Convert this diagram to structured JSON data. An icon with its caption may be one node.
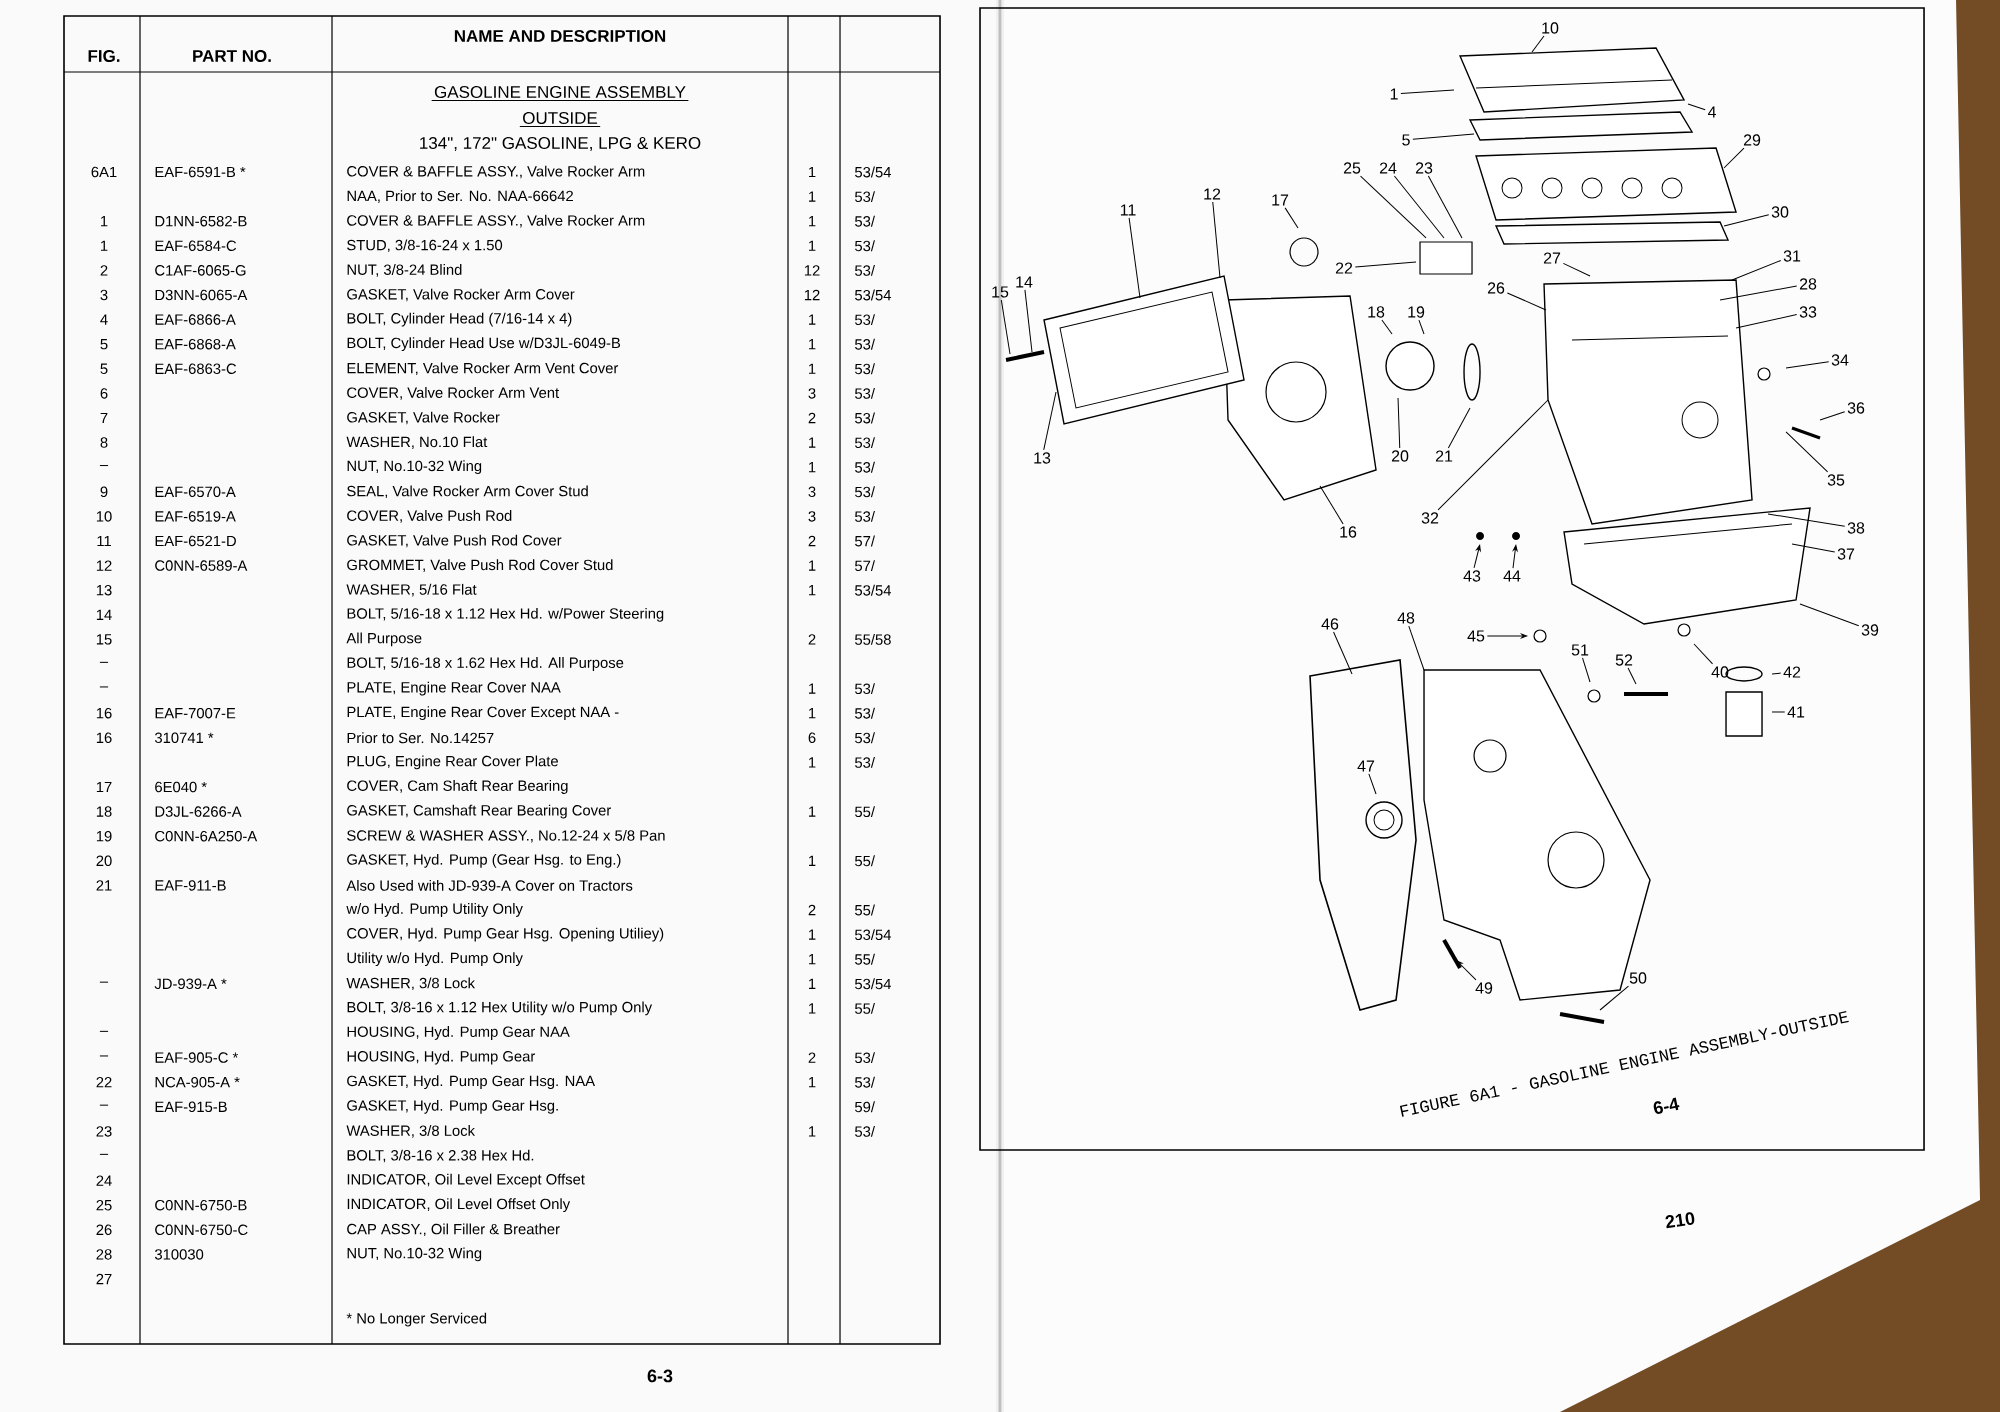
{
  "diagram": {
    "caption": "FIGURE 6A1 - GASOLINE ENGINE ASSEMBLY-OUTSIDE",
    "nodes": [
      {
        "text": [
          "1"
        ]
      },
      {
        "text": [
          "4"
        ]
      },
      {
        "text": [
          "5"
        ]
      },
      {
        "text": [
          "10"
        ]
      },
      {
        "text": [
          "11"
        ]
      },
      {
        "text": [
          "12"
        ]
      },
      {
        "text": [
          "13"
        ]
      },
      {
        "text": [
          "14"
        ]
      },
      {
        "text": [
          "15"
        ]
      },
      {
        "text": [
          "16"
        ]
      },
      {
        "text": [
          "17"
        ]
      },
      {
        "text": [
          "18"
        ]
      },
      {
        "text": [
          "19"
        ]
      },
      {
        "text": [
          "20"
        ]
      },
      {
        "text": [
          "21"
        ]
      },
      {
        "text": [
          "22"
        ]
      },
      {
        "text": [
          "23"
        ]
      },
      {
        "text": [
          "24"
        ]
      },
      {
        "text": [
          "25"
        ]
      },
      {
        "text": [
          "26"
        ]
      },
      {
        "text": [
          "27"
        ]
      },
      {
        "text": [
          "28"
        ]
      },
      {
        "text": [
          "29"
        ]
      },
      {
        "text": [
          "30"
        ]
      },
      {
        "text": [
          "31"
        ]
      },
      {
        "text": [
          "32"
        ]
      },
      {
        "text": [
          "33"
        ]
      },
      {
        "text": [
          "34"
        ]
      },
      {
        "text": [
          "35"
        ]
      },
      {
        "text": [
          "36"
        ]
      },
      {
        "text": [
          "37"
        ]
      },
      {
        "text": [
          "38"
        ]
      },
      {
        "text": [
          "39"
        ]
      },
      {
        "text": [
          "40"
        ]
      },
      {
        "text": [
          "41"
        ]
      },
      {
        "text": [
          "42"
        ]
      },
      {
        "text": [
          "43"
        ]
      },
      {
        "text": [
          "44"
        ]
      },
      {
        "text": [
          "45"
        ]
      },
      {
        "text": [
          "46"
        ]
      },
      {
        "text": [
          "47"
        ]
      },
      {
        "text": [
          "48"
        ]
      },
      {
        "text": [
          "49"
        ]
      },
      {
        "text": [
          "50"
        ]
      },
      {
        "text": [
          "51"
        ]
      },
      {
        "text": [
          "52"
        ]
      }
    ],
    "edges": [
      {
        "from": 0,
        "to": null,
        "arrow": "none"
      },
      {
        "from": 1,
        "to": null,
        "arrow": "none"
      },
      {
        "from": 2,
        "to": null,
        "arrow": "none"
      },
      {
        "from": 3,
        "to": null,
        "arrow": "none"
      },
      {
        "from": 4,
        "to": null,
        "arrow": "none"
      },
      {
        "from": 5,
        "to": null,
        "arrow": "none"
      },
      {
        "from": 6,
        "to": null,
        "arrow": "none"
      },
      {
        "from": 7,
        "to": null,
        "arrow": "none"
      },
      {
        "from": 8,
        "to": null,
        "arrow": "none"
      },
      {
        "from": 9,
        "to": null,
        "arrow": "none"
      },
      {
        "from": 10,
        "to": null,
        "arrow": "none"
      },
      {
        "from": 11,
        "to": null,
        "arrow": "none"
      },
      {
        "from": 12,
        "to": null,
        "arrow": "none"
      },
      {
        "from": 13,
        "to": null,
        "arrow": "none"
      },
      {
        "from": 14,
        "to": null,
        "arrow": "none"
      },
      {
        "from": 15,
        "to": null,
        "arrow": "none"
      },
      {
        "from": 16,
        "to": null,
        "arrow": "none"
      },
      {
        "from": 17,
        "to": null,
        "arrow": "none"
      },
      {
        "from": 18,
        "to": null,
        "arrow": "none"
      },
      {
        "from": 19,
        "to": null,
        "arrow": "none"
      },
      {
        "from": 20,
        "to": null,
        "arrow": "none"
      },
      {
        "from": 21,
        "to": null,
        "arrow": "none"
      },
      {
        "from": 22,
        "to": null,
        "arrow": "none"
      },
      {
        "from": 23,
        "to": null,
        "arrow": "none"
      },
      {
        "from": 24,
        "to": null,
        "arrow": "none"
      },
      {
        "from": 25,
        "to": null,
        "arrow": "none"
      },
      {
        "from": 26,
        "to": null,
        "arrow": "none"
      },
      {
        "from": 27,
        "to": null,
        "arrow": "none"
      },
      {
        "from": 28,
        "to": null,
        "arrow": "none"
      },
      {
        "from": 29,
        "to": null,
        "arrow": "none"
      },
      {
        "from": 30,
        "to": null,
        "arrow": "none"
      },
      {
        "from": 31,
        "to": null,
        "arrow": "none"
      },
      {
        "from": 32,
        "to": null,
        "arrow": "none"
      },
      {
        "from": 33,
        "to": null,
        "arrow": "none"
      },
      {
        "from": 34,
        "to": null,
        "arrow": "none"
      },
      {
        "from": 35,
        "to": null,
        "arrow": "none"
      },
      {
        "from": 36,
        "to": null,
        "arrow": "to"
      },
      {
        "from": 37,
        "to": null,
        "arrow": "to"
      },
      {
        "from": 38,
        "to": null,
        "arrow": "to"
      },
      {
        "from": 39,
        "to": null,
        "arrow": "none"
      },
      {
        "from": 40,
        "to": null,
        "arrow": "none"
      },
      {
        "from": 41,
        "to": null,
        "arrow": "none"
      },
      {
        "from": 42,
        "to": null,
        "arrow": "to"
      },
      {
        "from": 43,
        "to": null,
        "arrow": "none"
      },
      {
        "from": 44,
        "to": null,
        "arrow": "none"
      },
      {
        "from": 45,
        "to": null,
        "arrow": "none"
      }
    ],
    "labels": [
      "FIG.",
      "PART NO.",
      "NAME AND DESCRIPTION",
      "GASOLINE ENGINE ASSEMBLY",
      "OUTSIDE",
      "134\", 172\" GASOLINE, LPG & KERO",
      "6A1",
      "EAF-6591-B *",
      "COVER & BAFFLE ASSY., Valve Rocker Arm",
      "1",
      "53/54",
      "NAA, Prior to Ser. No. NAA-66642",
      "1",
      "53/",
      "1",
      "D1NN-6582-B",
      "COVER & BAFFLE ASSY., Valve Rocker Arm",
      "1",
      "53/",
      "1",
      "EAF-6584-C",
      "STUD, 3/8-16-24 x 1.50",
      "1",
      "53/",
      "2",
      "C1AF-6065-G",
      "NUT, 3/8-24 Blind",
      "12",
      "53/",
      "3",
      "D3NN-6065-A",
      "GASKET, Valve Rocker Arm Cover",
      "12",
      "53/54",
      "4",
      "EAF-6866-A",
      "BOLT, Cylinder Head (7/16-14 x 4)",
      "1",
      "53/",
      "5",
      "EAF-6868-A",
      "BOLT, Cylinder Head Use w/D3JL-6049-B",
      "1",
      "53/",
      "5",
      "EAF-6863-C",
      "ELEMENT, Valve Rocker Arm Vent Cover",
      "1",
      "53/",
      "6",
      "COVER, Valve Rocker Arm Vent",
      "3",
      "53/",
      "7",
      "GASKET, Valve Rocker",
      "2",
      "53/",
      "8",
      "WASHER, No.10 Flat",
      "1",
      "53/",
      "–",
      "NUT, No.10-32 Wing",
      "1",
      "53/",
      "9",
      "EAF-6570-A",
      "SEAL, Valve Rocker Arm Cover Stud",
      "3",
      "53/",
      "10",
      "EAF-6519-A",
      "COVER, Valve Push Rod",
      "3",
      "53/",
      "11",
      "EAF-6521-D",
      "GASKET, Valve Push Rod Cover",
      "2",
      "57/",
      "12",
      "C0NN-6589-A",
      "GROMMET, Valve Push Rod Cover Stud",
      "1",
      "57/",
      "13",
      "WASHER, 5/16 Flat",
      "1",
      "53/54",
      "14",
      "BOLT, 5/16-18 x 1.12 Hex Hd. w/Power Steering",
      "15",
      "All Purpose",
      "2",
      "55/58",
      "–",
      "BOLT, 5/16-18 x 1.62 Hex Hd. All Purpose",
      "–",
      "PLATE, Engine Rear Cover NAA",
      "1",
      "53/",
      "16",
      "EAF-7007-E",
      "PLATE, Engine Rear Cover Except NAA -",
      "1",
      "53/",
      "16",
      "310741 *",
      "Prior to Ser. No.14257",
      "6",
      "53/",
      "PLUG, Engine Rear Cover Plate",
      "1",
      "53/",
      "17",
      "6E040 *",
      "COVER, Cam Shaft Rear Bearing",
      "18",
      "D3JL-6266-A",
      "GASKET, Camshaft Rear Bearing Cover",
      "1",
      "55/",
      "19",
      "C0NN-6A250-A",
      "SCREW & WASHER ASSY., No.12-24 x 5/8 Pan",
      "20",
      "GASKET, Hyd. Pump (Gear Hsg. to Eng.)",
      "1",
      "55/",
      "21",
      "EAF-911-B",
      "Also Used with JD-939-A Cover on Tractors",
      "w/o Hyd. Pump Utility Only",
      "2",
      "55/",
      "COVER, Hyd. Pump Gear Hsg. Opening Utiliey)",
      "1",
      "53/54",
      "Utility w/o Hyd. Pump Only",
      "1",
      "55/",
      "–",
      "JD-939-A *",
      "WASHER, 3/8 Lock",
      "1",
      "53/54",
      "BOLT, 3/8-16 x 1.12 Hex Utility w/o Pump Only",
      "1",
      "55/",
      "–",
      "HOUSING, Hyd. Pump Gear NAA",
      "–",
      "EAF-905-C *",
      "HOUSING, Hyd. Pump Gear",
      "2",
      "53/",
      "22",
      "NCA-905-A *",
      "GASKET, Hyd. Pump Gear Hsg. NAA",
      "1",
      "53/",
      "–",
      "EAF-915-B",
      "GASKET, Hyd. Pump Gear Hsg.",
      "59/",
      "23",
      "WASHER, 3/8 Lock",
      "1",
      "53/",
      "–",
      "BOLT, 3/8-16 x 2.38 Hex Hd.",
      "24",
      "INDICATOR, Oil Level Except Offset",
      "25",
      "C0NN-6750-B",
      "INDICATOR, Oil Level Offset Only",
      "26",
      "C0NN-6750-C",
      "CAP ASSY., Oil Filler & Breather",
      "28",
      "310030",
      "NUT, No.10-32 Wing",
      "27",
      "* No Longer Serviced",
      "6-3",
      "6-4",
      "210"
    ]
  }
}
